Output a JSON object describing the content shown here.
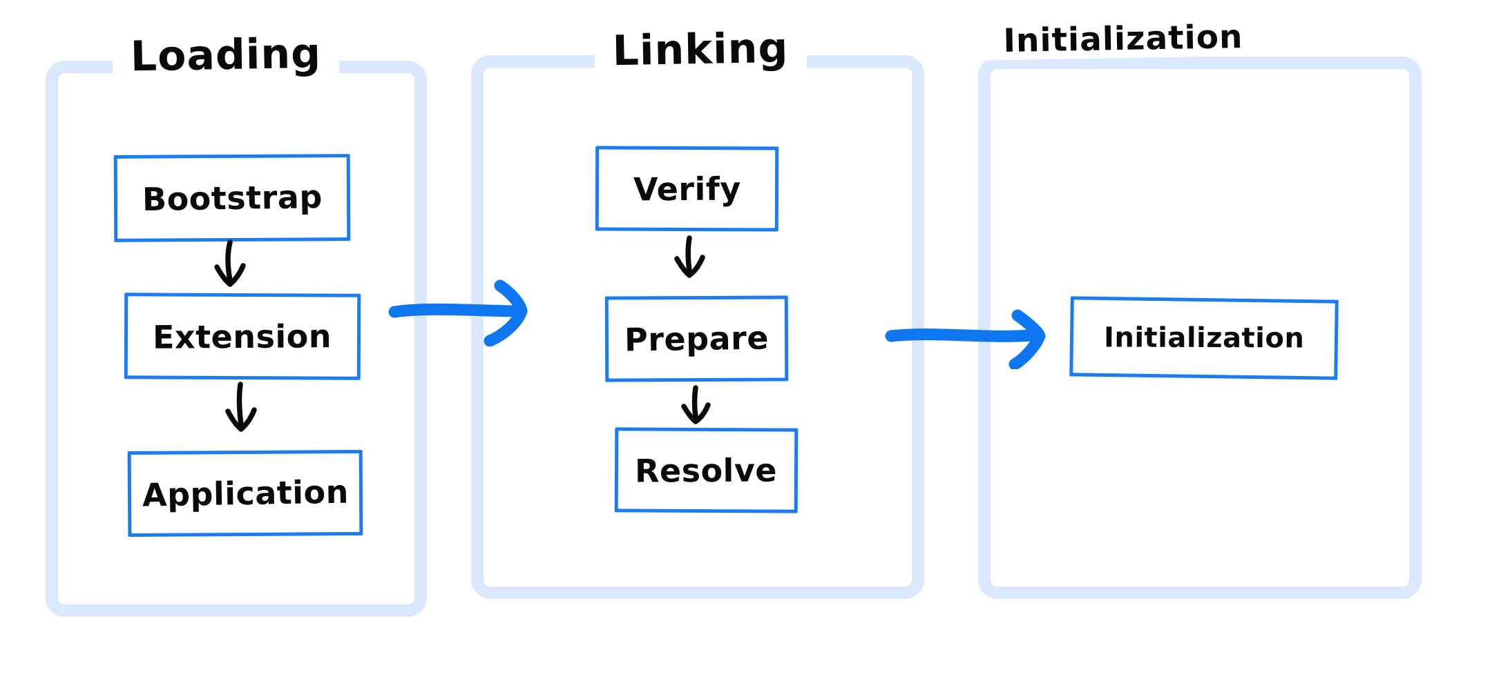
{
  "diagram": {
    "phases": [
      {
        "title": "Loading",
        "steps": [
          "Bootstrap",
          "Extension",
          "Application"
        ]
      },
      {
        "title": "Linking",
        "steps": [
          "Verify",
          "Prepare",
          "Resolve"
        ]
      },
      {
        "title": "Initialization",
        "steps": [
          "Initialization"
        ]
      }
    ],
    "flow": [
      "Bootstrap -> Extension",
      "Extension -> Application",
      "Verify -> Prepare",
      "Prepare -> Resolve",
      "Loading -> Linking",
      "Linking -> Initialization"
    ],
    "colors": {
      "accent_arrow_blue": "#0E76EF",
      "box_border_blue": "#1B7CF2",
      "container_light_blue": "#D9E8FC",
      "ink_black": "#0A0A0A",
      "background": "#FFFFFF"
    },
    "icons": {
      "down_arrow": "↓",
      "flow_arrow": "→"
    }
  }
}
